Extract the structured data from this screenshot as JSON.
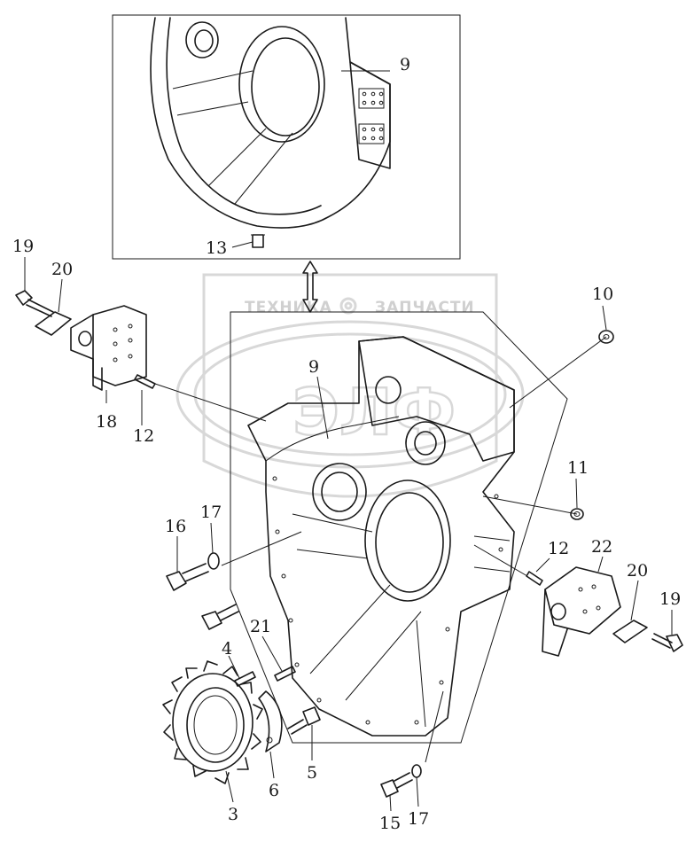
{
  "watermark": {
    "left_text": "ТЕХНИКА",
    "right_text": "ЗАПЧАСТИ",
    "logo_letters": "ЭЛФ"
  },
  "callouts": [
    {
      "id": "9",
      "text": "9"
    },
    {
      "id": "13",
      "text": "13"
    },
    {
      "id": "19",
      "text": "19"
    },
    {
      "id": "20",
      "text": "20"
    },
    {
      "id": "18",
      "text": "18"
    },
    {
      "id": "12",
      "text": "12"
    },
    {
      "id": "9",
      "text": "9"
    },
    {
      "id": "10",
      "text": "10"
    },
    {
      "id": "11",
      "text": "11"
    },
    {
      "id": "12",
      "text": "12"
    },
    {
      "id": "22",
      "text": "22"
    },
    {
      "id": "20",
      "text": "20"
    },
    {
      "id": "19",
      "text": "19"
    },
    {
      "id": "16",
      "text": "16"
    },
    {
      "id": "17",
      "text": "17"
    },
    {
      "id": "21",
      "text": "21"
    },
    {
      "id": "4",
      "text": "4"
    },
    {
      "id": "3",
      "text": "3"
    },
    {
      "id": "6",
      "text": "6"
    },
    {
      "id": "5",
      "text": "5"
    },
    {
      "id": "15",
      "text": "15"
    },
    {
      "id": "17",
      "text": "17"
    }
  ]
}
